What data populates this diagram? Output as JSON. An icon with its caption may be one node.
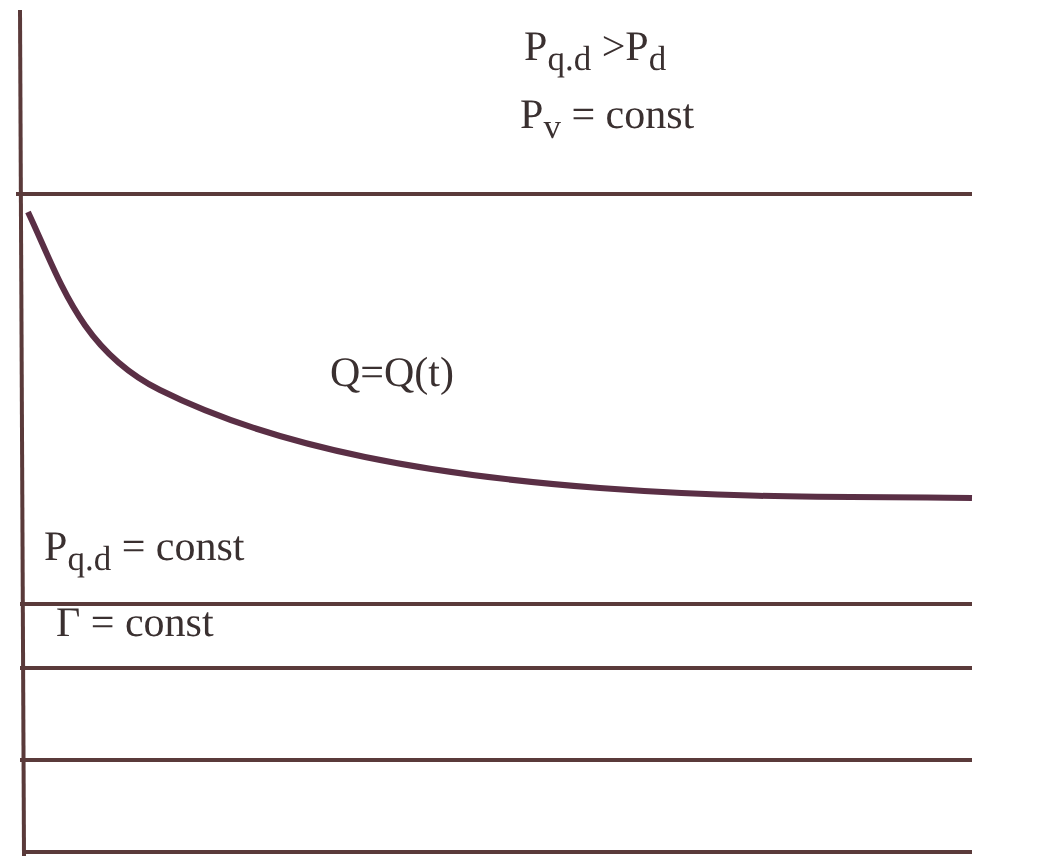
{
  "diagram": {
    "labels": [
      "P$_{q.d}$ >P$_{d}$",
      "P$_{v}$ = const",
      "Q=Q(t)",
      "P$_{q.d}$ = const",
      "Γ = const"
    ]
  }
}
